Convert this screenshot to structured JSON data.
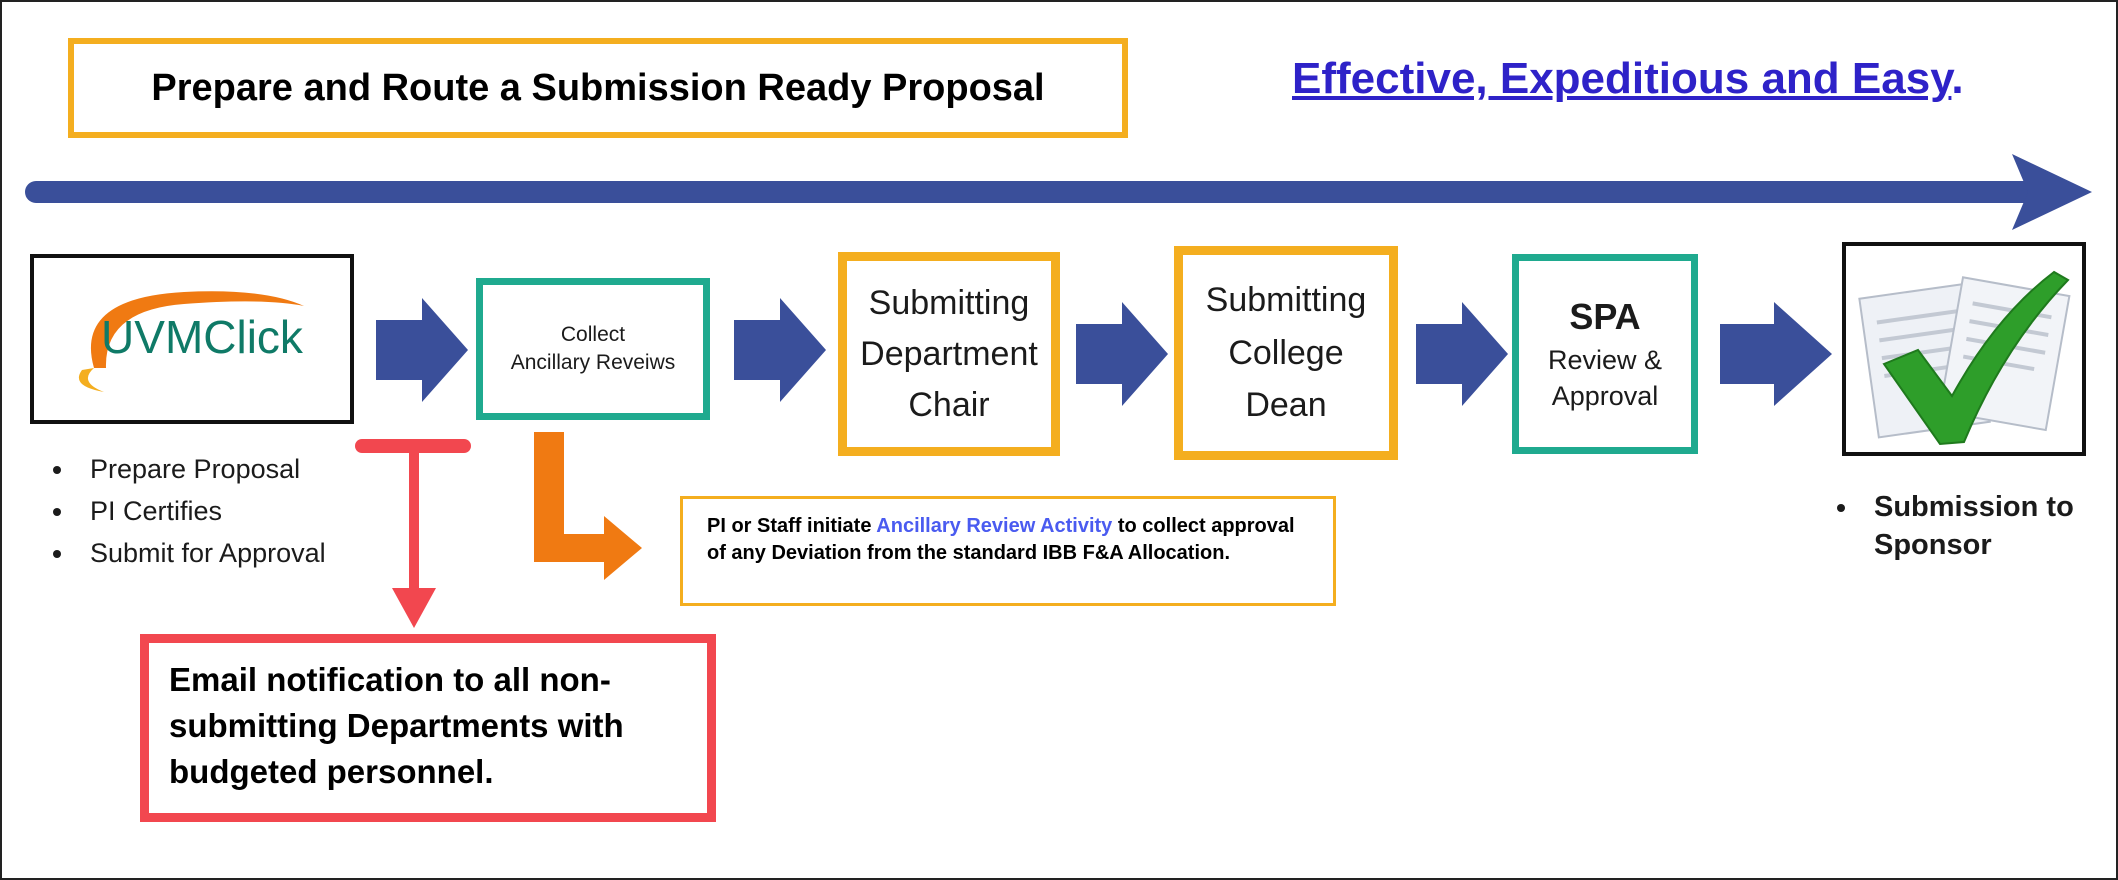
{
  "header": {
    "title": "Prepare and Route a Submission Ready Proposal",
    "tagline_link": "Effective, Expeditious and Easy",
    "tagline_period": "."
  },
  "logo": {
    "text": "UVMClick"
  },
  "steps": {
    "collect": {
      "line1": "Collect",
      "line2": "Ancillary Reveiws"
    },
    "department": {
      "line1": "Submitting",
      "line2": "Department",
      "line3": "Chair"
    },
    "college": {
      "line1": "Submitting",
      "line2": "College",
      "line3": "Dean"
    },
    "spa": {
      "line1": "SPA",
      "line2": "Review &",
      "line3": "Approval"
    }
  },
  "left_bullets": [
    "Prepare Proposal",
    "PI Certifies",
    "Submit for Approval"
  ],
  "right_bullets": [
    "Submission to Sponsor"
  ],
  "note": {
    "prefix": "PI or Staff initiate ",
    "highlight": "Ancillary Review Activity",
    "suffix": " to collect approval of any Deviation from the standard IBB F&A Allocation."
  },
  "email_note": "Email notification to all non-submitting Departments with budgeted personnel.",
  "colors": {
    "gold": "#F4AE1F",
    "teal": "#1FAA8F",
    "navy": "#3A4F9A",
    "red": "#F2474F",
    "orange": "#F07A12",
    "tagline": "#2E22C8",
    "logo_green": "#0F7A67",
    "check_green": "#2E9E2A"
  }
}
